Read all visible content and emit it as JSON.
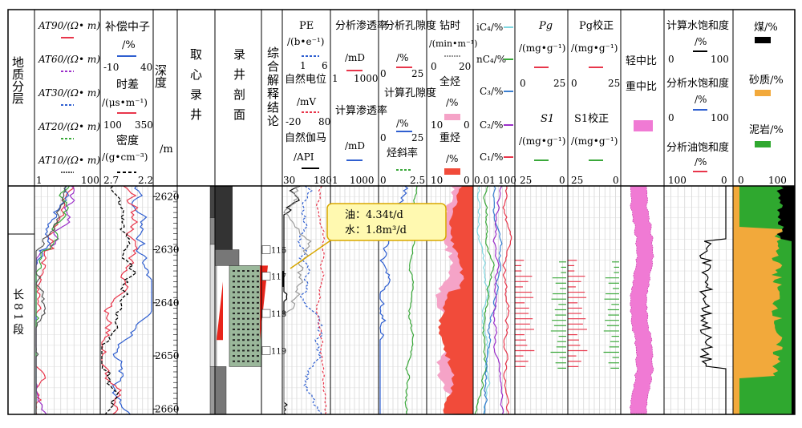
{
  "chart_data": {
    "type": "line",
    "title": "",
    "header": {
      "strat": "地质分层",
      "resist": {
        "curves": [
          "AT90/(Ω• m)",
          "AT60/(Ω• m)",
          "AT30/(Ω• m)",
          "AT20/(Ω• m)",
          "AT10/(Ω• m)"
        ],
        "colors": [
          "#e8364b",
          "#9b2fc9",
          "#2f5fd0",
          "#3aa83a",
          "#555555"
        ],
        "range": [
          "1",
          "100"
        ]
      },
      "acoustic": {
        "cnl": "补偿中子",
        "cnl_unit": "/%",
        "cnl_min": "-10",
        "cnl_max": "40",
        "ac": "时差",
        "ac_unit": "/(μs•m⁻¹)",
        "ac_min": "100",
        "ac_max": "350",
        "den": "密度",
        "den_unit": "/(g•cm⁻³)",
        "den_min": "2.7",
        "den_max": "2.2"
      },
      "depth": {
        "label": "深度",
        "unit": "/m"
      },
      "core": "取心录井",
      "litho_profile": "录井剖面",
      "interp": "综合解释结论",
      "pe_col": {
        "pe": "PE",
        "pe_unit": "/(b•e⁻¹)",
        "pe_min": "1",
        "pe_max": "6",
        "sp": "自然电位",
        "sp_unit": "/mV",
        "sp_min": "-20",
        "sp_max": "80",
        "gr": "自然伽马",
        "gr_unit": "/API",
        "gr_min": "30",
        "gr_max": "180"
      },
      "perm": {
        "label1": "分析渗透率",
        "unit1": "/mD",
        "min1": "1",
        "max1": "1000",
        "label2": "计算渗透率",
        "unit2": "/mD",
        "min2": "1",
        "max2": "1000"
      },
      "poro": {
        "label1": "分析孔隙度",
        "unit1": "/%",
        "min1": "0",
        "max1": "25",
        "label2": "计算孔隙度",
        "unit2": "/%",
        "min2": "0",
        "max2": "25",
        "label3": "烃斜率",
        "min3": "0",
        "max3": "2.5"
      },
      "drill": {
        "label": "钻时",
        "unit": "/(min•m⁻¹)",
        "min": "0",
        "max": "20",
        "total": "全烃",
        "total_unit": "/%",
        "heavy": "重烃",
        "heavy_unit": "/%",
        "r_min": "10",
        "r_max": "0"
      },
      "gas": {
        "labels": [
          "iC₄/%",
          "nC₄/%",
          "C₃/%",
          "C₂/%",
          "C₁/%"
        ],
        "colors": [
          "#7fd6e0",
          "#3aa83a",
          "#3a7fd0",
          "#9b2fc9",
          "#e8364b"
        ],
        "min": "0.01",
        "max": "100"
      },
      "pg": {
        "label": "Pg",
        "unit": "/(mg•g⁻¹)",
        "min": "0",
        "max": "25",
        "s1": "S1",
        "s1_unit": "/(mg•g⁻¹)",
        "s1_min": "25",
        "s1_max": "0"
      },
      "pgc": {
        "label": "Pg校正",
        "unit": "/(mg•g⁻¹)",
        "min": "0",
        "max": "25",
        "s1": "S1校正",
        "s1_unit": "/(mg•g⁻¹)",
        "s1_min": "25",
        "s1_max": "0"
      },
      "ratio": {
        "light": "轻中比",
        "heavy": "重中比"
      },
      "sat": {
        "calc": "计算水饱和度",
        "calc_unit": "/%",
        "calc_min": "0",
        "calc_max": "100",
        "an": "分析水饱和度",
        "an_unit": "/%",
        "an_min": "0",
        "an_max": "100",
        "oil": "分析油饱和度",
        "oil_unit": "/%",
        "oil_min": "100",
        "oil_max": "0"
      },
      "lith": {
        "coal": "煤/%",
        "sand": "砂质/%",
        "mud": "泥岩/%",
        "min": "0",
        "max": "100"
      }
    },
    "depth_ticks": [
      "2620",
      "2630",
      "2640",
      "2650",
      "2660"
    ],
    "ylim": [
      2618,
      2661
    ],
    "strat_unit": "长81段",
    "interp_layers": [
      "116",
      "117",
      "118",
      "119"
    ],
    "callout": {
      "oil": "油：4.34t/d",
      "water": "水：1.8m³/d"
    },
    "colors": {
      "coal": "#000000",
      "sand": "#f2a93b",
      "mud": "#2fa82f",
      "pink": "#f5a3c7",
      "red": "#f14b3a",
      "magenta": "#f07ad4",
      "callout_bg": "#fff9b0"
    }
  }
}
